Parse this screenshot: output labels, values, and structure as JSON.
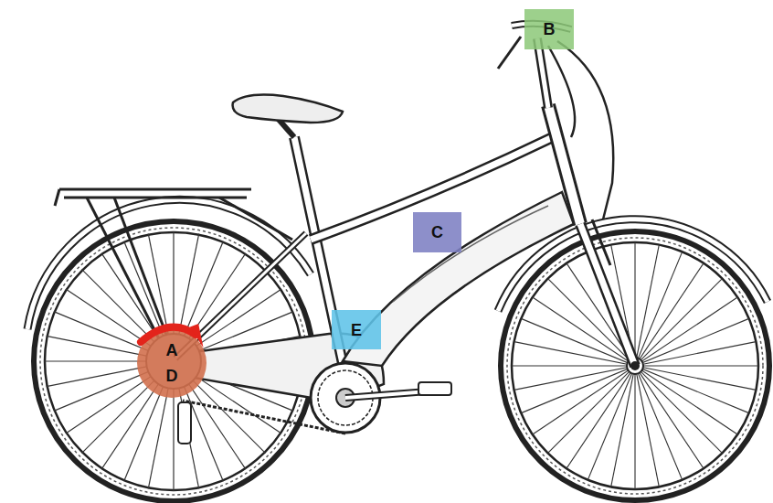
{
  "diagram": {
    "nodes": [
      {
        "text": [
          "B"
        ]
      },
      {
        "text": [
          "C"
        ]
      },
      {
        "text": [
          "E"
        ]
      },
      {
        "text": [
          "A",
          "D"
        ]
      }
    ]
  }
}
